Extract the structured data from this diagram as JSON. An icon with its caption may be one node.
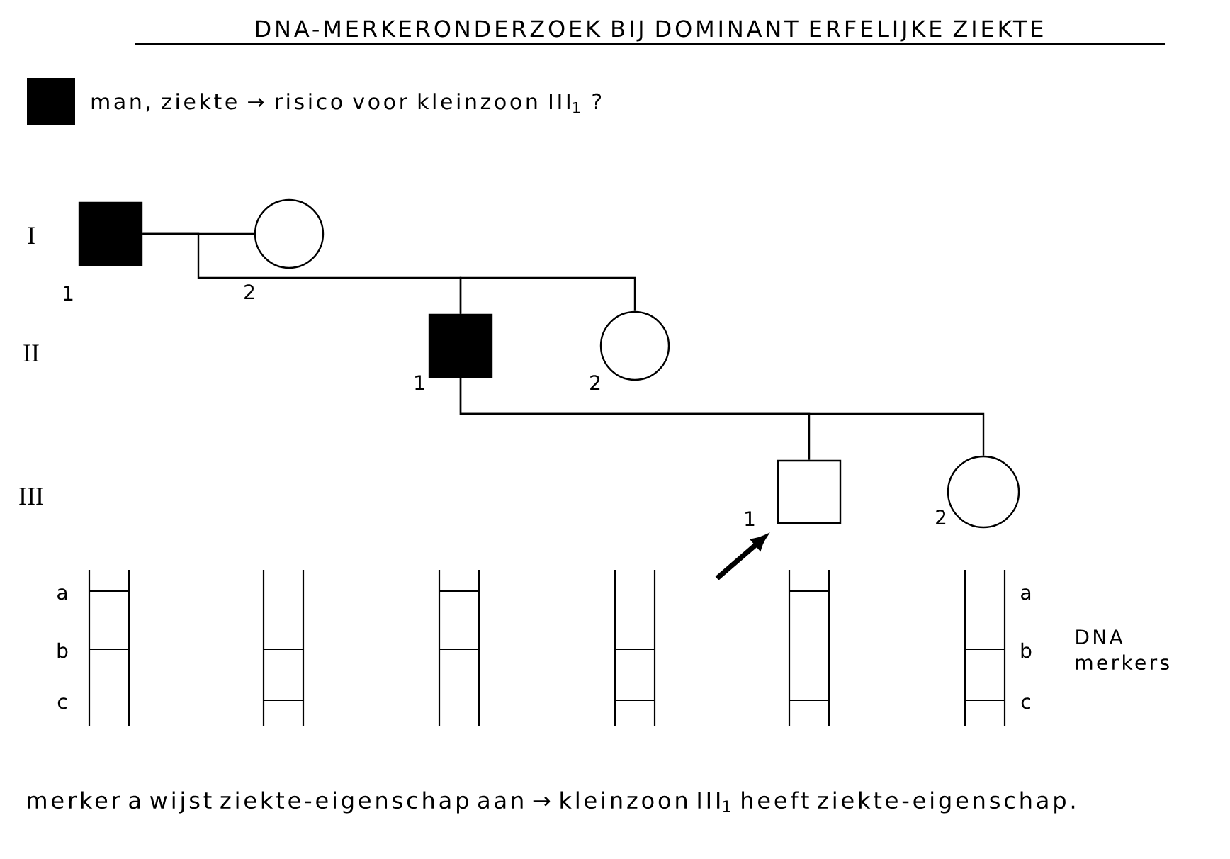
{
  "diagram": {
    "title": "DNA-MERKERONDERZOEK BIJ DOMINANT ERFELIJKE ZIEKTE",
    "caption": "merker a wijst ziekte-eigenschap aan → kleinzoon III$_{1}$ heeft ziekte-eigenschap.",
    "nodes": [
      {
        "text": [],
        "shape": "box",
        "beside": [
          "1"
        ]
      },
      {
        "text": [],
        "shape": "circle",
        "beside": [
          "2"
        ]
      },
      {
        "text": [],
        "shape": "box",
        "beside": [
          "1"
        ]
      },
      {
        "text": [],
        "shape": "circle",
        "beside": [
          "2"
        ]
      },
      {
        "text": [],
        "shape": "box",
        "beside": [
          "1"
        ]
      },
      {
        "text": [],
        "shape": "circle",
        "beside": [
          "2"
        ]
      }
    ],
    "edges": [
      {
        "from": 0,
        "to": 1,
        "arrow": "none"
      },
      {
        "from": 0,
        "to": 2,
        "arrow": "none"
      },
      {
        "from": 2,
        "to": 3,
        "arrow": "none"
      },
      {
        "from": 2,
        "to": 4,
        "arrow": "none"
      },
      {
        "from": 2,
        "to": 5,
        "arrow": "none"
      },
      {
        "from": null,
        "to": 4,
        "arrow": "to",
        "style": "thick"
      }
    ],
    "labels": [
      "I",
      "II",
      "III",
      "a",
      "b",
      "c",
      "a",
      "b",
      "c",
      "DNA merkers"
    ],
    "legend": [
      {
        "text": "man, ziekte → risico voor kleinzoon III$_{1}$ ?",
        "color": "#000000"
      }
    ]
  }
}
